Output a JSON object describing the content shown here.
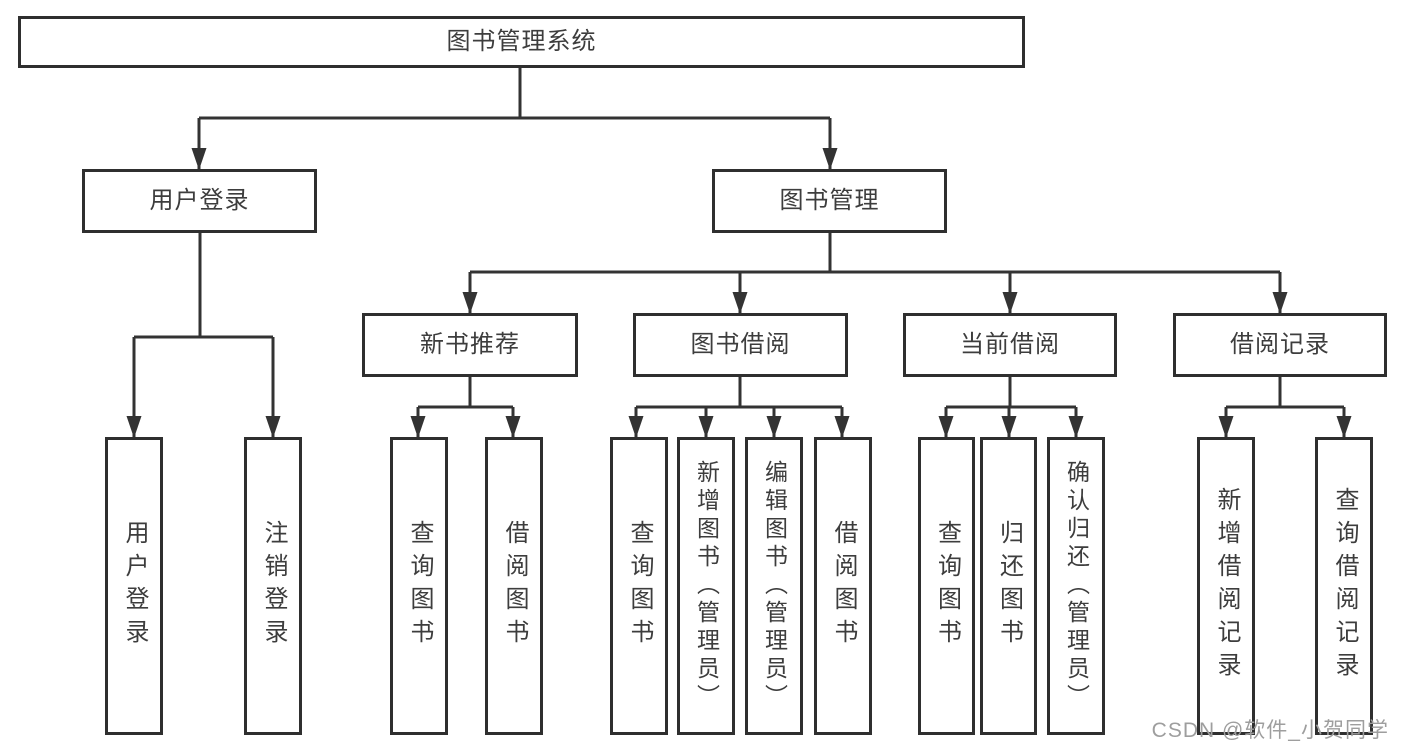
{
  "tree": {
    "label": "图书管理系统",
    "children": [
      {
        "label": "用户登录",
        "children": [
          {
            "label": "用户登录"
          },
          {
            "label": "注销登录"
          }
        ]
      },
      {
        "label": "图书管理",
        "children": [
          {
            "label": "新书推荐",
            "children": [
              {
                "label": "查询图书"
              },
              {
                "label": "借阅图书"
              }
            ]
          },
          {
            "label": "图书借阅",
            "children": [
              {
                "label": "查询图书"
              },
              {
                "label": "新增图书（管理员）"
              },
              {
                "label": "编辑图书（管理员）"
              },
              {
                "label": "借阅图书"
              }
            ]
          },
          {
            "label": "当前借阅",
            "children": [
              {
                "label": "查询图书"
              },
              {
                "label": "归还图书"
              },
              {
                "label": "确认归还（管理员）"
              }
            ]
          },
          {
            "label": "借阅记录",
            "children": [
              {
                "label": "新增借阅记录"
              },
              {
                "label": "查询借阅记录"
              }
            ]
          }
        ]
      }
    ]
  },
  "watermark": {
    "text": "CSDN @软件_小贺同学"
  },
  "colors": {
    "line": "#333333",
    "box_border": "#2f2f2f",
    "text": "#3d3d3d",
    "watermark": "#9e9e9e",
    "background": "#ffffff"
  }
}
